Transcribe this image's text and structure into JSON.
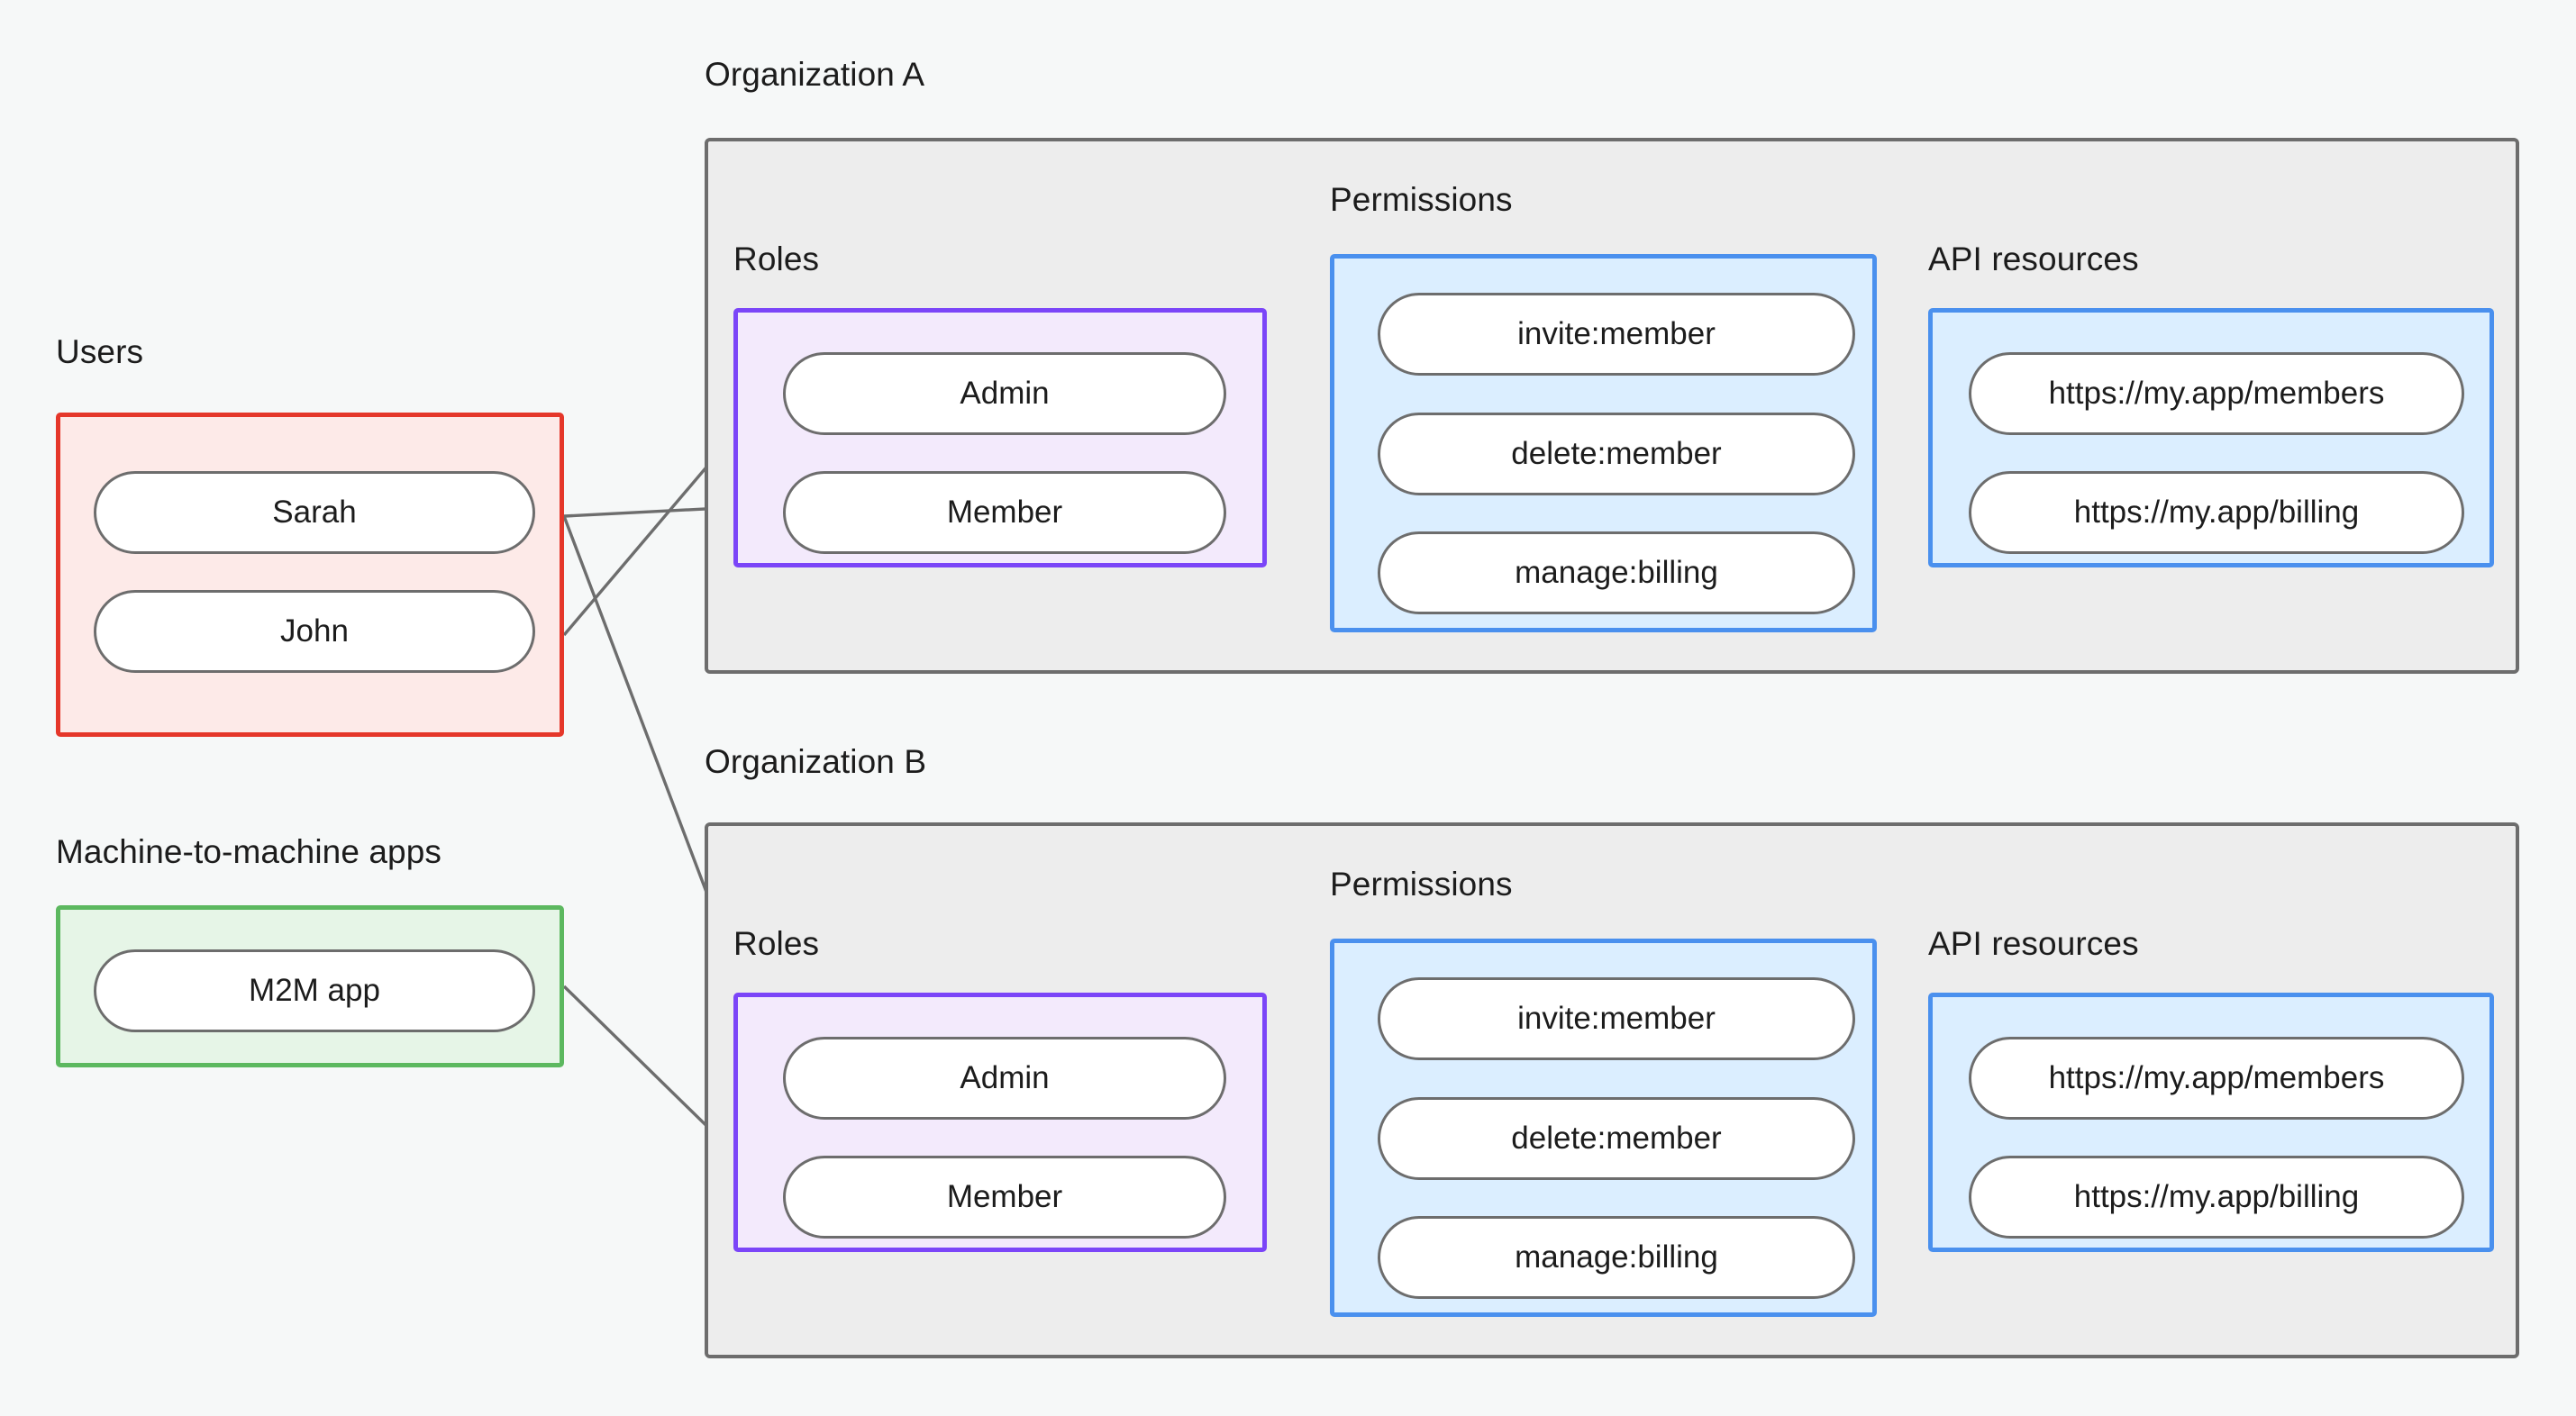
{
  "diagram": {
    "title_users": "Users",
    "title_m2m": "Machine-to-machine apps",
    "org_a_title": "Organization A",
    "org_b_title": "Organization B",
    "label_roles": "Roles",
    "label_permissions": "Permissions",
    "label_api_resources": "API resources"
  },
  "colors": {
    "background": "#f6f8f8",
    "org_container_bg": "#ededed",
    "org_container_border": "#6d6d6d",
    "users_border": "#e5372a",
    "users_fill": "#fdeae8",
    "m2m_border": "#5cb85f",
    "m2m_fill": "#e6f5e7",
    "roles_border": "#7b45f8",
    "roles_fill": "#f3eafc",
    "blue_border": "#4a90ee",
    "blue_fill": "#dbeeff",
    "node_border": "#6d6d6d",
    "node_fill": "#ffffff",
    "link": "#6d6d6d",
    "text": "#1c1c1c"
  },
  "users": {
    "items": [
      {
        "label": "Sarah"
      },
      {
        "label": "John"
      }
    ]
  },
  "m2m": {
    "items": [
      {
        "label": "M2M app"
      }
    ]
  },
  "org_a": {
    "name": "Organization A",
    "roles": [
      {
        "label": "Admin"
      },
      {
        "label": "Member"
      }
    ],
    "permissions": [
      {
        "label": "invite:member"
      },
      {
        "label": "delete:member"
      },
      {
        "label": "manage:billing"
      }
    ],
    "api_resources": [
      {
        "label": "https://my.app/members"
      },
      {
        "label": "https://my.app/billing"
      }
    ]
  },
  "org_b": {
    "name": "Organization B",
    "roles": [
      {
        "label": "Admin"
      },
      {
        "label": "Member"
      }
    ],
    "permissions": [
      {
        "label": "invite:member"
      },
      {
        "label": "delete:member"
      },
      {
        "label": "manage:billing"
      }
    ],
    "api_resources": [
      {
        "label": "https://my.app/members"
      },
      {
        "label": "https://my.app/billing"
      }
    ]
  },
  "connections": [
    {
      "from": "Sarah",
      "to": "Organization A / Member"
    },
    {
      "from": "Sarah",
      "to": "Organization B / Admin"
    },
    {
      "from": "John",
      "to": "Organization A / Admin"
    },
    {
      "from": "M2M app",
      "to": "Organization B / Member"
    },
    {
      "from": "Organization A / Admin",
      "to": "Organization A / invite:member"
    },
    {
      "from": "Organization A / Admin",
      "to": "Organization A / delete:member"
    },
    {
      "from": "Organization A / Member",
      "to": "Organization A / manage:billing"
    },
    {
      "from": "Organization A / invite:member",
      "to": "Organization A / https://my.app/members"
    },
    {
      "from": "Organization A / delete:member",
      "to": "Organization A / https://my.app/members"
    },
    {
      "from": "Organization A / manage:billing",
      "to": "Organization A / https://my.app/billing"
    },
    {
      "from": "Organization B / Admin",
      "to": "Organization B / invite:member"
    },
    {
      "from": "Organization B / Admin",
      "to": "Organization B / delete:member"
    },
    {
      "from": "Organization B / Member",
      "to": "Organization B / manage:billing"
    },
    {
      "from": "Organization B / invite:member",
      "to": "Organization B / https://my.app/members"
    },
    {
      "from": "Organization B / delete:member",
      "to": "Organization B / https://my.app/members"
    },
    {
      "from": "Organization B / manage:billing",
      "to": "Organization B / https://my.app/billing"
    }
  ]
}
